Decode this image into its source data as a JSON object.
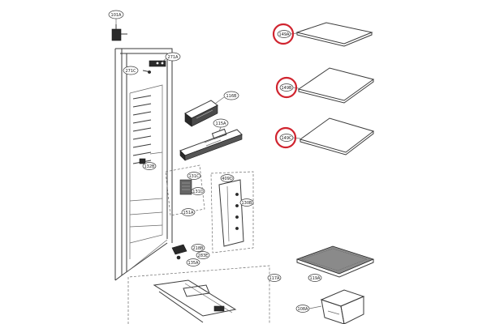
{
  "colors": {
    "highlight": "#d0242f",
    "line": "#3a3a3a"
  },
  "callouts": {
    "c101a": "101A",
    "c271a": "271A",
    "c271c": "271C",
    "c116b": "116B",
    "c115a": "115A",
    "c149a": "149A",
    "c149b": "149B",
    "c149c": "149C",
    "c132b": "132B",
    "c131c": "131C",
    "c131d": "131D",
    "c151a": "151A",
    "c409d": "409D",
    "c130b": "130B",
    "c218b": "218B",
    "c283e": "283E",
    "c135a": "135A",
    "c117a": "117A",
    "c119a": "119A",
    "c108a": "108A"
  }
}
